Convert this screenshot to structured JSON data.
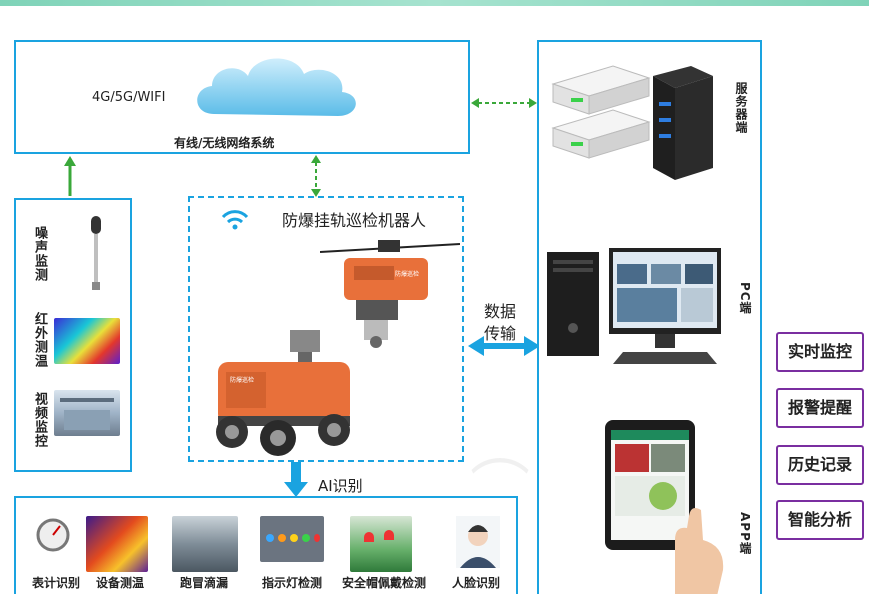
{
  "network": {
    "protocols": "4G/5G/WIFI",
    "system": "有线/无线网络系统"
  },
  "sensors": {
    "items": [
      {
        "label": "噪声监测"
      },
      {
        "label": "红外测温"
      },
      {
        "label": "视频监控"
      }
    ]
  },
  "robot": {
    "title": "防爆挂轨巡检机器人",
    "plate1": "防爆巡检",
    "plate2": "防爆巡检"
  },
  "transfer": {
    "label_line1": "数据",
    "label_line2": "传输"
  },
  "ai": {
    "label": "AI识别",
    "items": [
      {
        "label": "表计识别"
      },
      {
        "label": "设备测温"
      },
      {
        "label": "跑冒滴漏"
      },
      {
        "label": "指示灯检测"
      },
      {
        "label": "安全帽佩戴检测"
      },
      {
        "label": "人脸识别"
      }
    ]
  },
  "endpoints": {
    "server": "服务器端",
    "pc": "PC端",
    "app": "APP端"
  },
  "features": [
    {
      "label": "实时监控"
    },
    {
      "label": "报警提醒"
    },
    {
      "label": "历史记录"
    },
    {
      "label": "智能分析"
    }
  ],
  "colors": {
    "frame": "#1aa3e0",
    "arrow_green": "#3aa83a",
    "arrow_blue": "#1aa3e0",
    "robot_orange": "#e8703a",
    "feature_border": "#7a2ea0"
  },
  "icons": [
    "cloud-icon",
    "wifi-icon",
    "server-icon",
    "pc-icon",
    "tablet-icon",
    "microphone-icon"
  ]
}
